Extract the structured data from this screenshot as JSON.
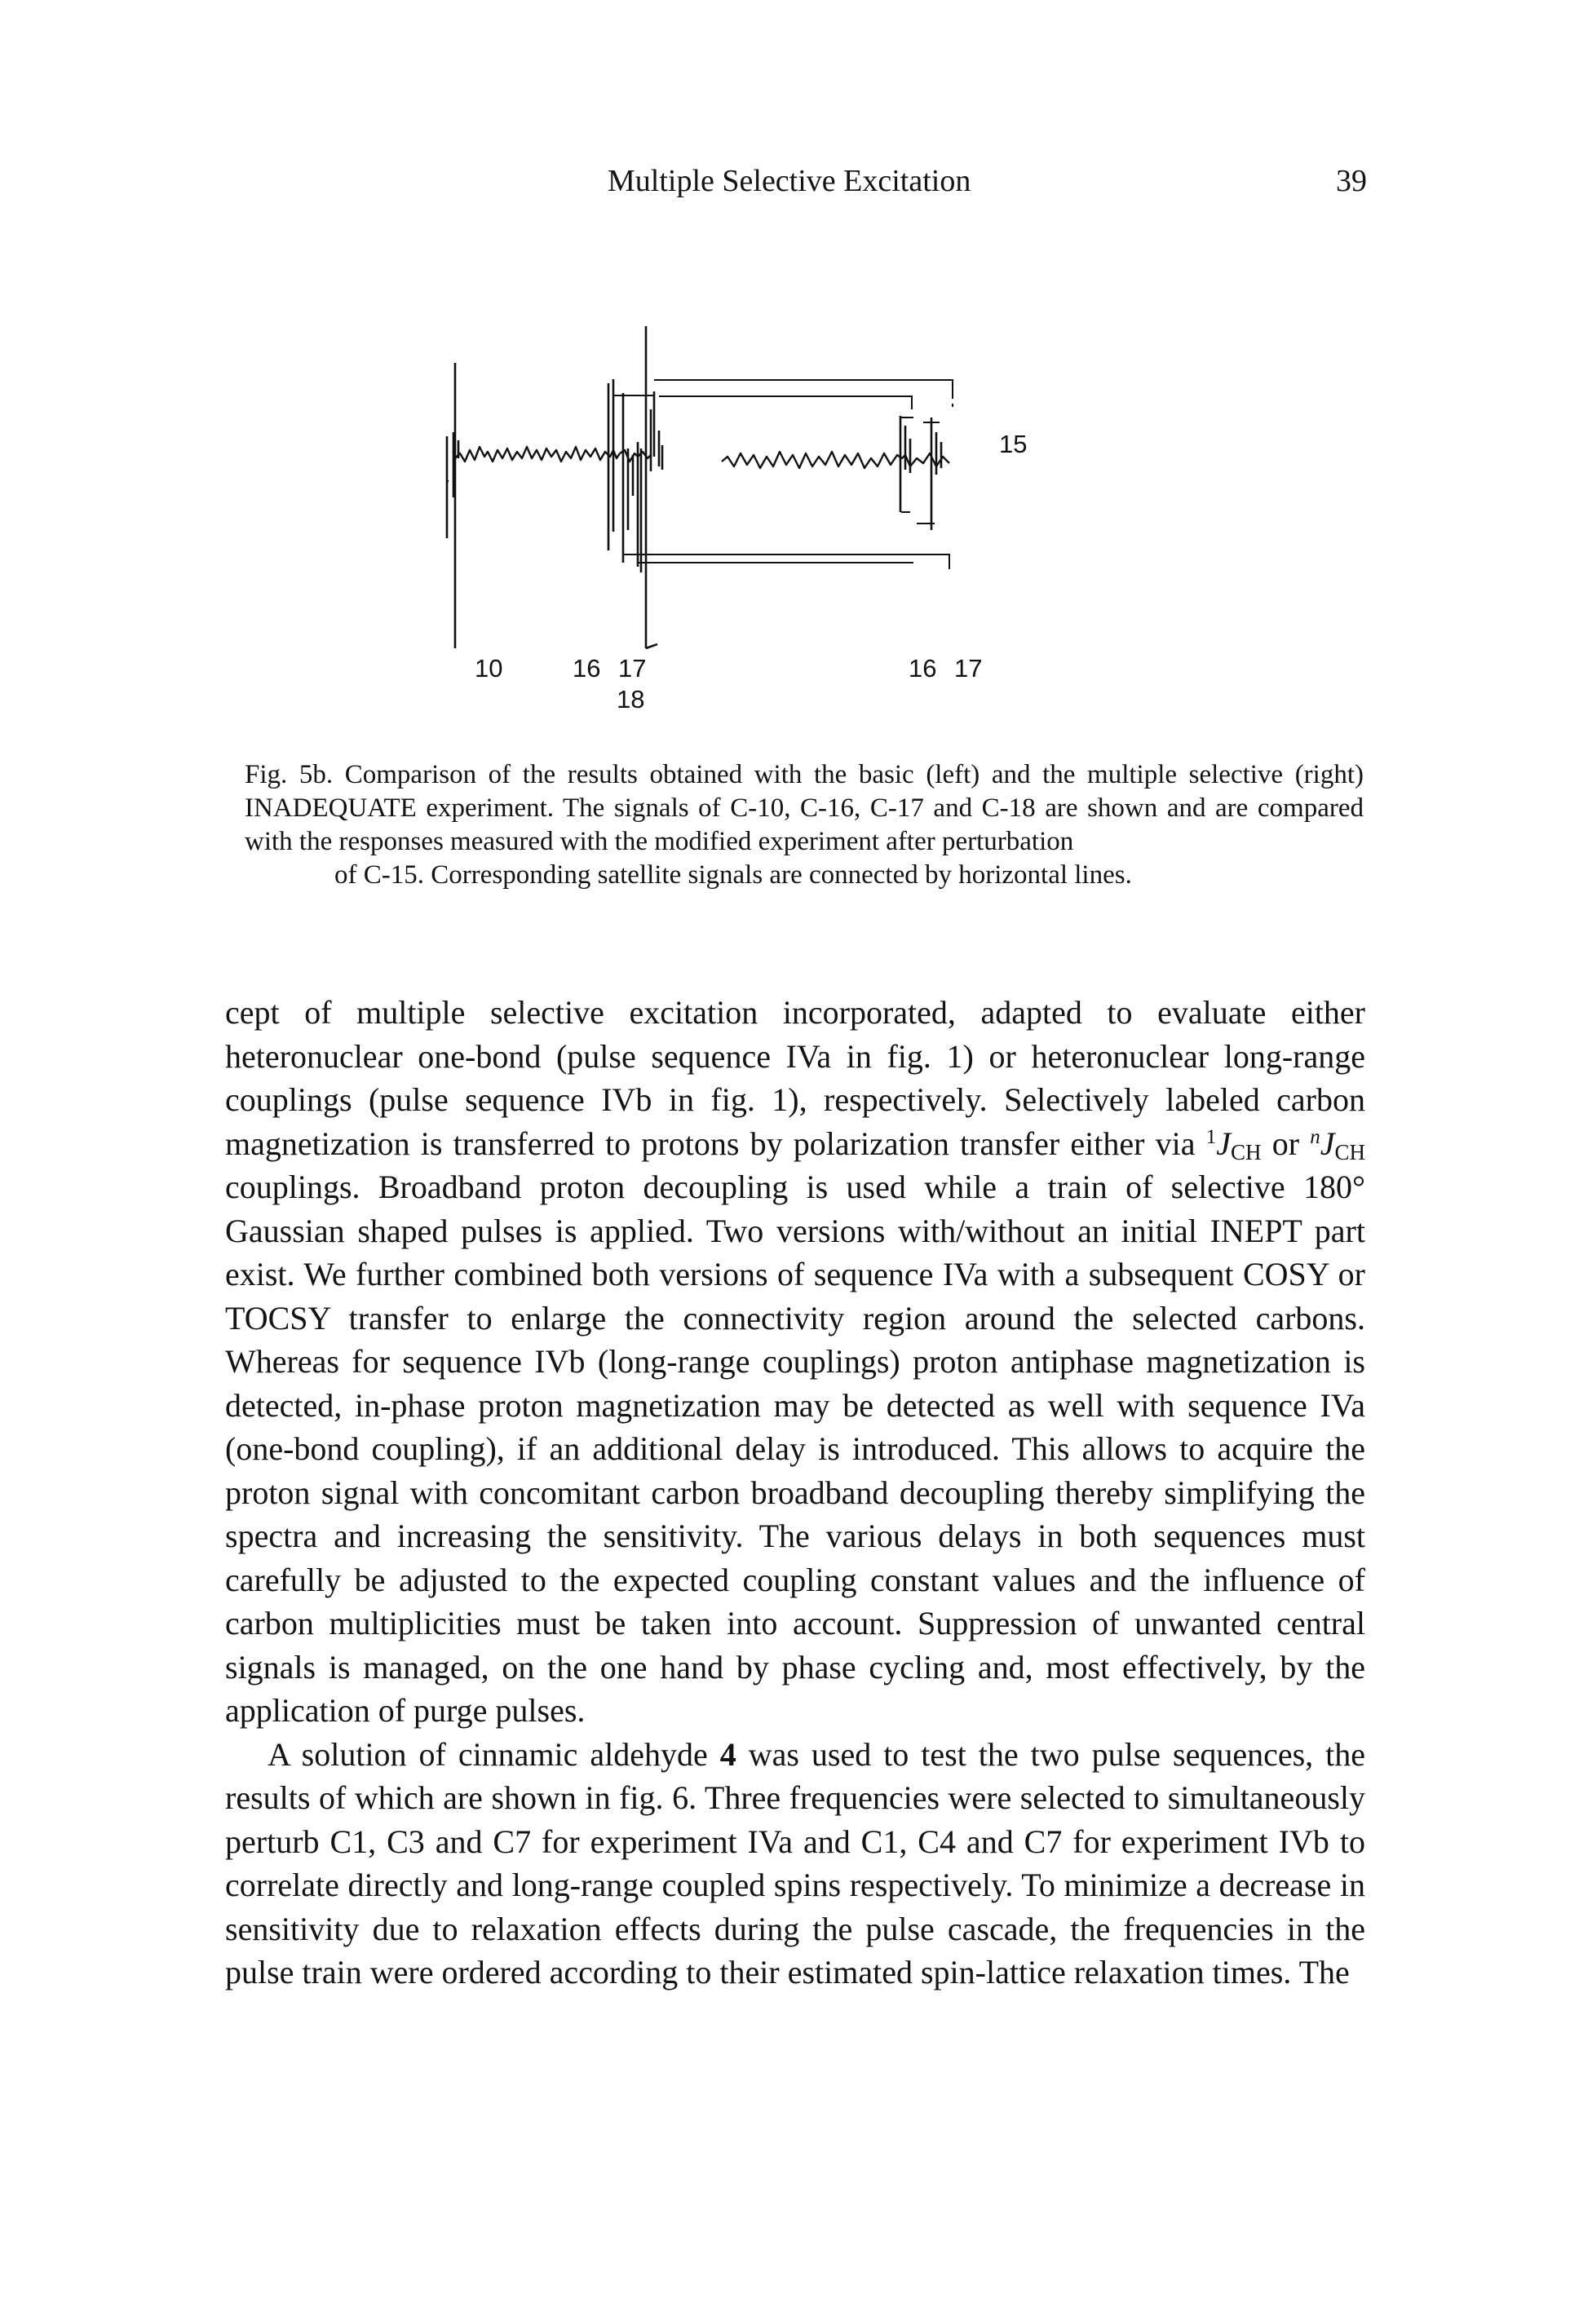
{
  "header": {
    "title": "Multiple Selective Excitation",
    "page_number": "39"
  },
  "figure": {
    "spectrum_label": "15",
    "peak_labels": [
      "10",
      "16",
      "17",
      "18",
      "16",
      "17"
    ]
  },
  "caption": {
    "label": "Fig. 5b.",
    "text": "Comparison of the results obtained with the basic (left) and the multiple selective (right) INADEQUATE experiment. The signals of C-10, C-16, C-17 and C-18 are shown and are compared with the responses measured with the modified experiment after perturbation",
    "last_line": "of C-15. Corresponding satellite signals are connected by horizontal lines."
  },
  "body": {
    "p1_a": "cept of multiple selective excitation incorporated, adapted to evaluate either heteronuclear one-bond (pulse sequence IVa in fig. 1) or heteronuclear long-range couplings (pulse sequence IVb in fig. 1), respectively. Selectively labeled carbon magnetization is transferred to protons by polarization transfer either via ",
    "j1_sup": "1",
    "j_symbol": "J",
    "j_sub": "CH",
    "or_text": " or ",
    "jn_sup": "n",
    "p1_b": " couplings. Broadband proton decoupling is used while a train of selective 180° Gaussian shaped pulses is applied. Two versions with/without an initial INEPT part exist. We further combined both versions of sequence IVa with a subsequent COSY or TOCSY transfer to enlarge the connectivity region around the selected carbons. Whereas for sequence IVb (long-range couplings) proton antiphase magnetization is detected, in-phase proton magnetization may be detected as well with sequence IVa (one-bond coupling), if an additional delay is introduced. This allows to acquire the proton signal with concomitant carbon broadband decoupling thereby simplifying the spectra and increasing the sensitivity. The various delays in both sequences must carefully be adjusted to the expected coupling constant values and the influence of carbon multiplicities must be taken into account. Suppression of unwanted central signals is managed, on the one hand by phase cycling and, most effectively, by the application of purge pulses.",
    "p2_a": "A solution of cinnamic aldehyde ",
    "p2_bold": "4",
    "p2_b": " was used to test the two pulse sequences, the results of which are shown in fig. 6. Three frequencies were selected to simultaneously perturb C1, C3 and C7 for experiment IVa and C1, C4 and C7 for experiment IVb to correlate directly and long-range coupled spins respectively. To minimize a decrease in sensitivity due to relaxation effects during the pulse cascade, the frequencies in the pulse train were ordered according to their estimated spin-lattice relaxation times. The"
  }
}
